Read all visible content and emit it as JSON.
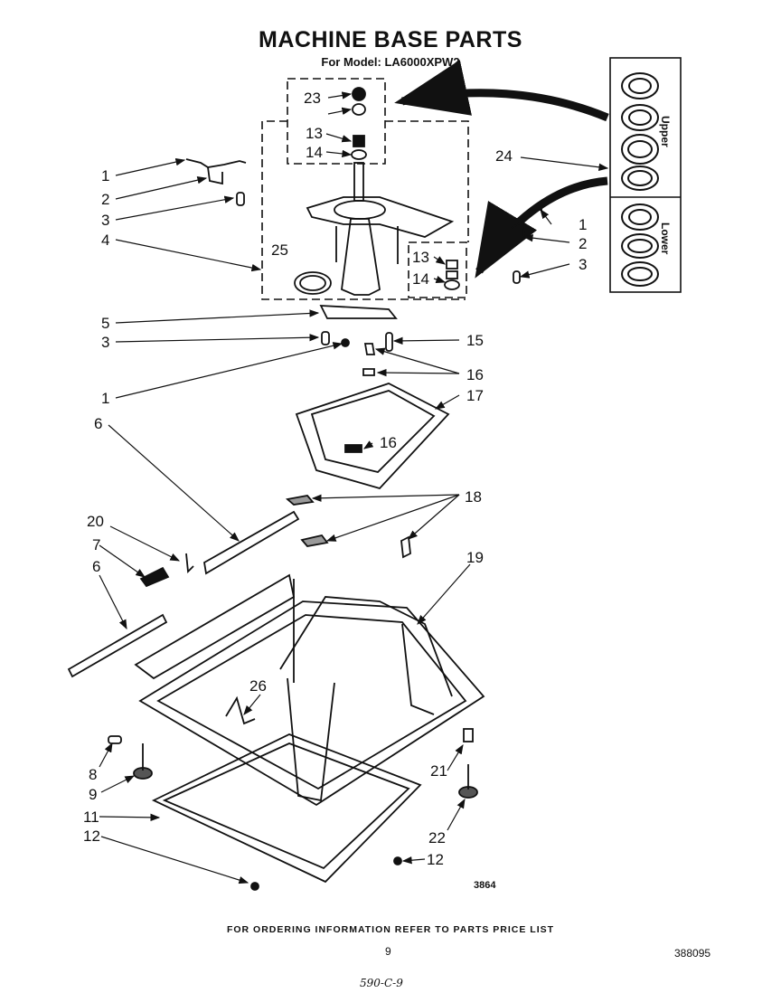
{
  "title": "MACHINE BASE PARTS",
  "subtitle": "For Model: LA6000XPW2",
  "kit_labels": {
    "upper": "Upper",
    "lower": "Lower"
  },
  "callouts": {
    "c1a": "1",
    "c2a": "2",
    "c3a": "3",
    "c4": "4",
    "c25": "25",
    "c23": "23",
    "c13a": "13",
    "c14a": "14",
    "c13b": "13",
    "c14b": "14",
    "c24": "24",
    "c1b": "1",
    "c2b": "2",
    "c3b": "3",
    "c5": "5",
    "c3c": "3",
    "c15": "15",
    "c1c": "1",
    "c16a": "16",
    "c17": "17",
    "c16b": "16",
    "c6a": "6",
    "c18": "18",
    "c20": "20",
    "c7": "7",
    "c6b": "6",
    "c19": "19",
    "c26": "26",
    "c8": "8",
    "c9": "9",
    "c21": "21",
    "c11": "11",
    "c12a": "12",
    "c22": "22",
    "c12b": "12"
  },
  "drawing_number": "3864",
  "footer": "FOR ORDERING INFORMATION REFER TO PARTS PRICE LIST",
  "page_number": "9",
  "document_number": "388095",
  "handwritten_note": "590-C-9"
}
